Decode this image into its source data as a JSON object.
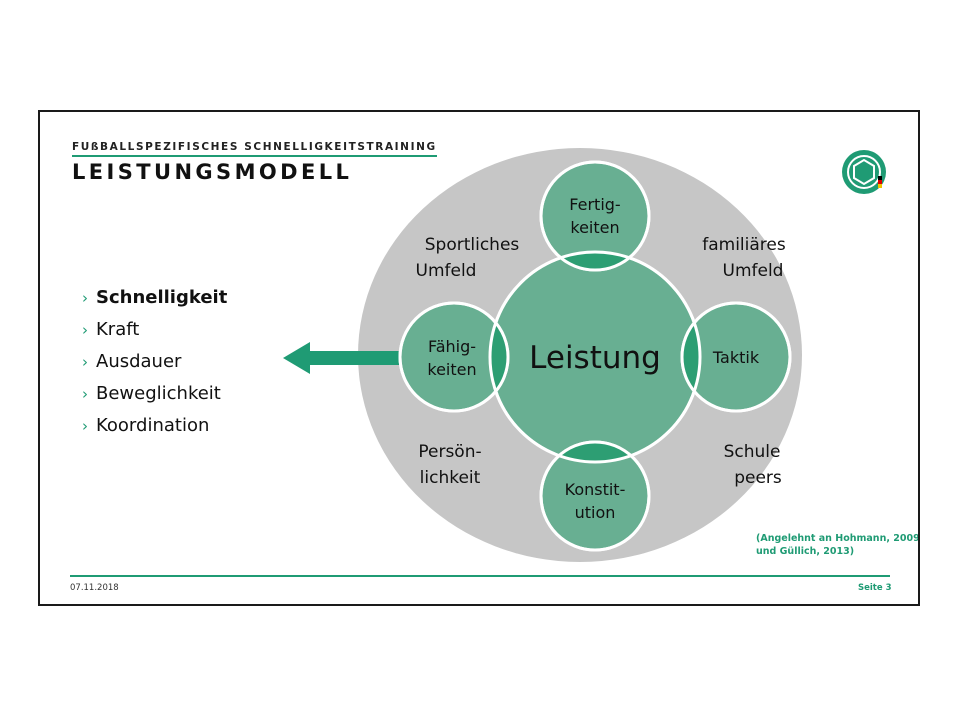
{
  "header": {
    "kicker": "FUßBALLSPEZIFISCHES SCHNELLIGKEITSTRAINING",
    "title": "LEISTUNGSMODELL"
  },
  "bullets": [
    {
      "label": "Schnelligkeit",
      "bold": true
    },
    {
      "label": "Kraft",
      "bold": false
    },
    {
      "label": "Ausdauer",
      "bold": false
    },
    {
      "label": "Beweglichkeit",
      "bold": false
    },
    {
      "label": "Koordination",
      "bold": false
    }
  ],
  "diagram": {
    "center": "Leistung",
    "nodes": {
      "top": [
        "Fertig-",
        "keiten"
      ],
      "left": [
        "Fähig-",
        "keiten"
      ],
      "right": [
        "Taktik"
      ],
      "bottom": [
        "Konstit-",
        "ution"
      ]
    },
    "environment": {
      "top_left": [
        "Sportliches",
        "Umfeld"
      ],
      "top_right": [
        "familiäres",
        "Umfeld"
      ],
      "bottom_left": [
        "Persön-",
        "lichkeit"
      ],
      "bottom_right": [
        "Schule",
        "peers"
      ]
    },
    "citation": [
      "(Angelehnt an Hohmann, 2009",
      "und Güllich, 2013)"
    ]
  },
  "footer": {
    "date": "07.11.2018",
    "page": "Seite 3"
  },
  "colors": {
    "accent": "#1f9b74",
    "circle_fill": "#68af92",
    "overlap_fill": "#2d9e73",
    "ellipse_fill": "#c6c6c6"
  },
  "icons": {
    "logo": "dfb-logo-icon",
    "arrow": "arrow-left-icon",
    "bullet": "chevron-right-icon"
  }
}
